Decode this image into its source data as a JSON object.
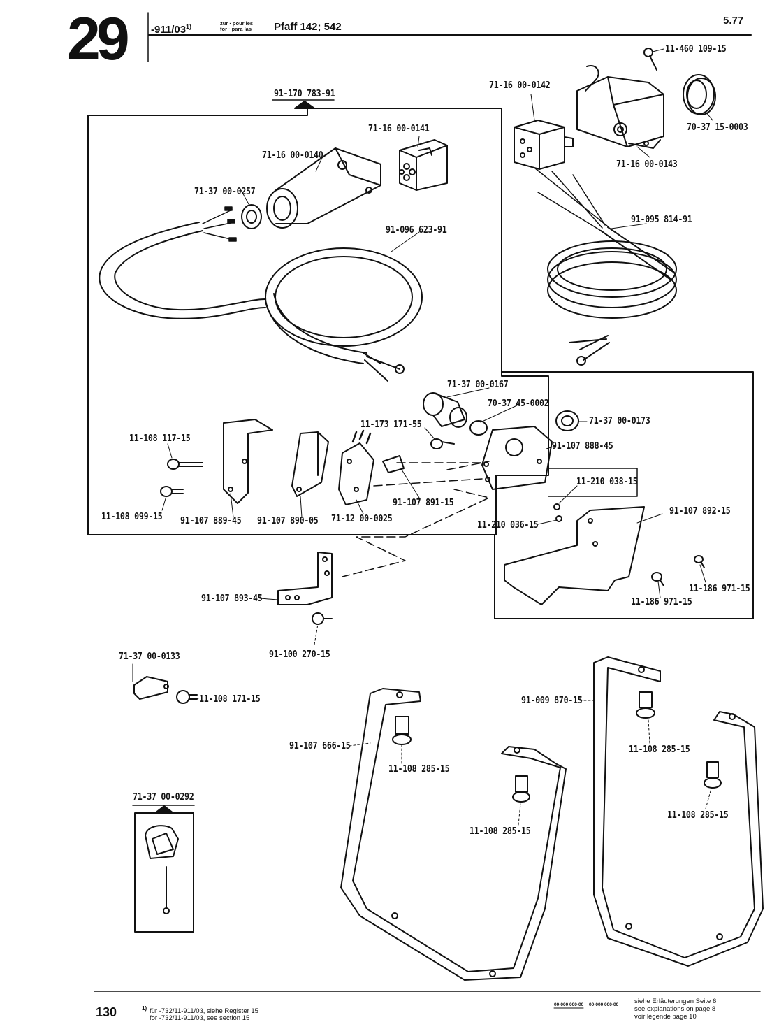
{
  "header": {
    "section": "29",
    "code": "-911/03",
    "code_note": "1)",
    "zur_line1": "zur · pour les",
    "zur_line2": "for · para las",
    "model": "Pfaff 142; 542",
    "date": "5.77"
  },
  "parts": {
    "p01": "11-460 109-15",
    "p02": "71-16 00-0142",
    "p03": "70-37 15-0003",
    "p04": "71-16 00-0143",
    "p05": "91-170 783-91",
    "p06": "71-16 00-0141",
    "p07": "71-16 00-0140",
    "p08": "71-37 00-0257",
    "p09": "91-096 623-91",
    "p10": "91-095 814-91",
    "p11": "71-37 00-0167",
    "p12": "70-37 45-0002",
    "p13": "71-37 00-0173",
    "p14": "11-173 171-55",
    "p15": "91-107 888-45",
    "p16": "11-108 117-15",
    "p17": "11-210 038-15",
    "p18": "91-107 891-15",
    "p19": "91-107 892-15",
    "p20": "11-108 099-15",
    "p21": "91-107 889-45",
    "p22": "91-107 890-05",
    "p23": "71-12 00-0025",
    "p24": "11-210 036-15",
    "p25": "11-186 971-15",
    "p26": "11-186 971-15",
    "p27": "91-107 893-45",
    "p28": "91-100 270-15",
    "p29": "71-37 00-0133",
    "p30": "11-108 171-15",
    "p31": "91-009 870-15",
    "p32": "91-107 666-15",
    "p33": "11-108 285-15",
    "p34": "11-108 285-15",
    "p35": "11-108 285-15",
    "p36": "11-108 285-15",
    "p37": "71-37 00-0292"
  },
  "footer": {
    "page": "130",
    "note_mark": "1)",
    "note_line1": "für   -732/11-911/03, siehe Register 15",
    "note_line2": "for   -732/11-911/03, see section 15",
    "legend_code1": "00-000 000-00",
    "legend_code2": "00-000 000-00",
    "legend_line1": "siehe Erläuterungen Seite 6",
    "legend_line2": "see explanations on page 8",
    "legend_line3": "voir légende page 10"
  }
}
